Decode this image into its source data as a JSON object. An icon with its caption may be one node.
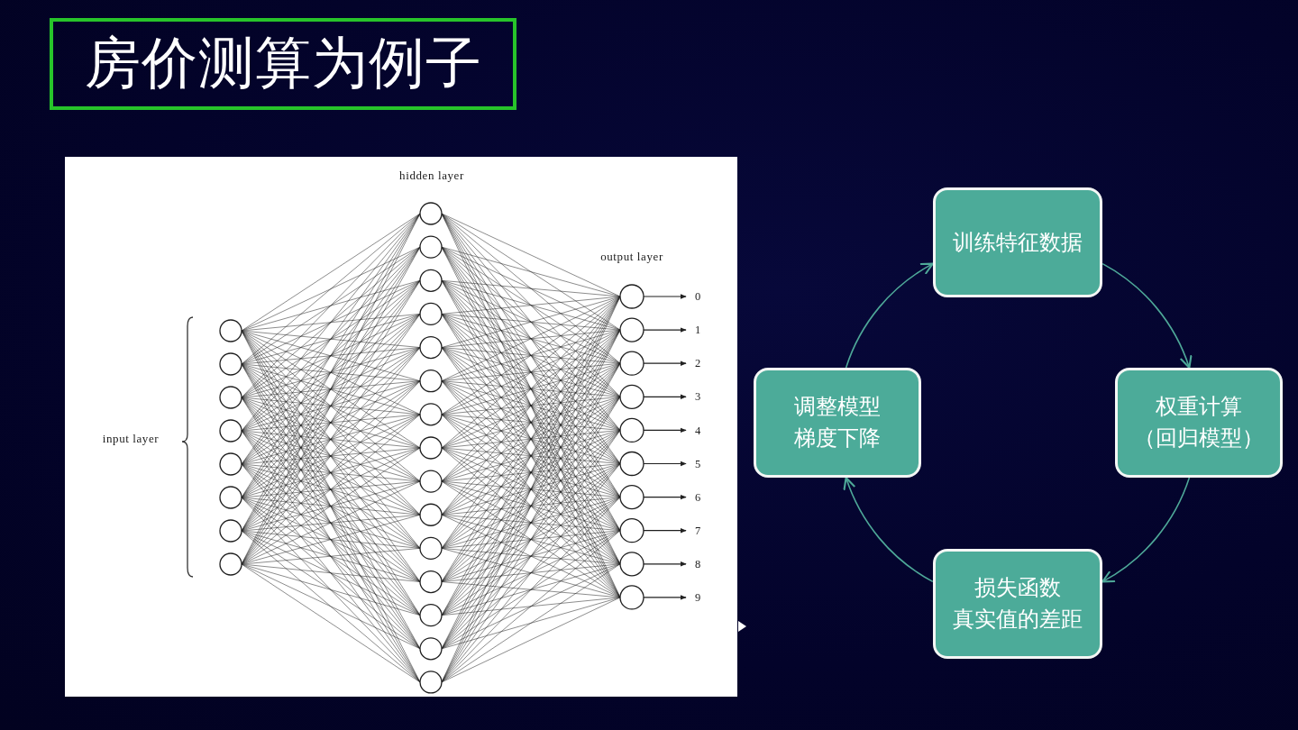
{
  "diagram": {
    "title": "房价测算为例子",
    "nodes": [
      {
        "text": [
          "训练特征数据"
        ]
      },
      {
        "text": [
          "调整模型",
          "梯度下降"
        ]
      },
      {
        "text": [
          "权重计算",
          "（回归模型）"
        ]
      },
      {
        "text": [
          "损失函数",
          "真实值的差距"
        ]
      }
    ],
    "edges": [
      {
        "from": 0,
        "to": 2,
        "arrow": "to"
      },
      {
        "from": 2,
        "to": 3,
        "arrow": "to"
      },
      {
        "from": 3,
        "to": 1,
        "arrow": "to"
      },
      {
        "from": 1,
        "to": 0,
        "arrow": "to"
      }
    ],
    "labels": [
      "hidden layer",
      "output layer",
      "0",
      "1",
      "2",
      "3",
      "4",
      "input layer",
      "5",
      "6",
      "7",
      "8",
      "9"
    ]
  }
}
